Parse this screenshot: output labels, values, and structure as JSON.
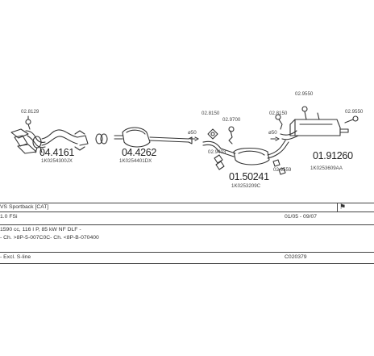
{
  "parts": {
    "p1": {
      "part_no": "04.4161",
      "oem": "1K0254300JX",
      "clamp": "02.8129"
    },
    "p2": {
      "part_no": "04.4262",
      "oem": "1K0254401DX"
    },
    "p3": {
      "part_no": "01.50241",
      "oem": "1K0253209C"
    },
    "p4": {
      "part_no": "01.91260",
      "oem": "1K0253609AA"
    }
  },
  "small_codes": {
    "d50a": "ø50",
    "d50b": "ø50",
    "c1": "02.8150",
    "c2": "02.9700",
    "c3": "02.9403",
    "c4": "02.8150",
    "c5": "02.9550",
    "c6": "02.9559",
    "c7": "02.9550"
  },
  "info": {
    "model": "VS Sportback [CAT]",
    "engine": "1.0 FSi",
    "years": "01/05 - 09/07",
    "spec": "1590 cc, 116 I P, 85 kW NF DLF -",
    "chassis": "- Ch. >8P-5-007C0C- Ch. <8P-B-070400",
    "note": "- Excl. S-line",
    "code": "C020379",
    "mark": "⚑"
  }
}
